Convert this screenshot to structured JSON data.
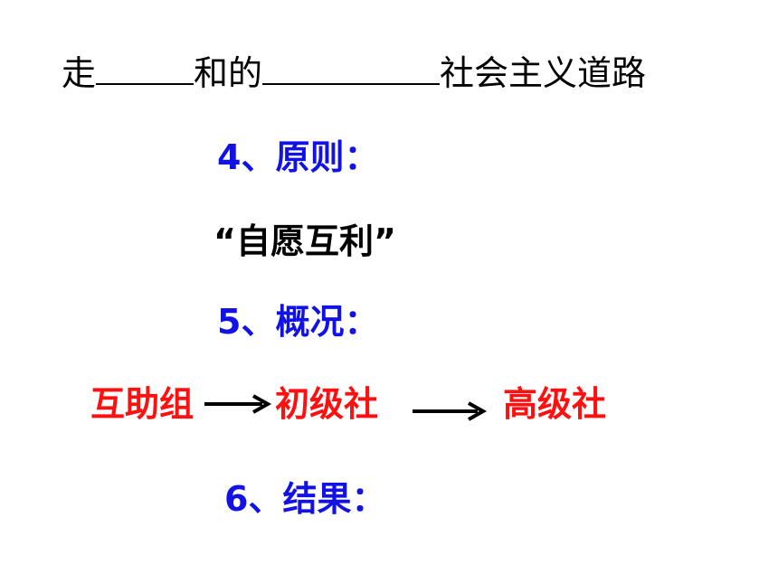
{
  "line1": {
    "prefix": "走",
    "middle": "和的",
    "suffix": "社会主义道路"
  },
  "section4": {
    "heading": "4、原则："
  },
  "principle": {
    "text": "“自愿互利”"
  },
  "section5": {
    "heading": "5、概况："
  },
  "stages": [
    "互助组",
    "初级社",
    "高级社"
  ],
  "section6": {
    "heading": "6、结果："
  },
  "colors": {
    "heading": "#1212e6",
    "stage": "#ff1010",
    "text": "#000000"
  },
  "icons": {
    "arrow": "right-arrow-icon"
  }
}
